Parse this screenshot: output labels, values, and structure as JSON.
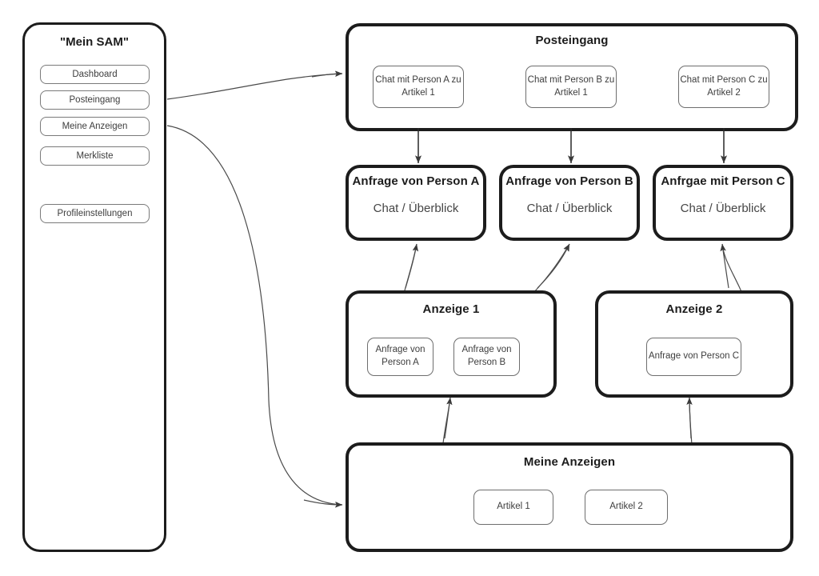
{
  "diagram": {
    "title_text": "\"Mein SAM\"",
    "sidebar": {
      "title": "\"Mein SAM\"",
      "items": [
        {
          "label": "Dashboard"
        },
        {
          "label": "Posteingang"
        },
        {
          "label": "Meine Anzeigen"
        },
        {
          "label": "Merkliste"
        },
        {
          "label": "Profileinstellungen"
        }
      ]
    },
    "inbox": {
      "title": "Posteingang",
      "chats": [
        {
          "label": "Chat mit Person A  zu Artikel 1"
        },
        {
          "label": "Chat mit Person B  zu Artikel 1"
        },
        {
          "label": "Chat mit Person C  zu Artikel 2"
        }
      ]
    },
    "requests": [
      {
        "title": "Anfrage von Person A",
        "subtitle": "Chat / Überblick"
      },
      {
        "title": "Anfrage von Person B",
        "subtitle": "Chat / Überblick"
      },
      {
        "title": "Anfrgae mit Person C",
        "subtitle": "Chat / Überblick"
      }
    ],
    "listings": [
      {
        "title": "Anzeige 1",
        "requests": [
          {
            "label": "Anfrage von Person A"
          },
          {
            "label": "Anfrage von Person B"
          }
        ]
      },
      {
        "title": "Anzeige 2",
        "requests": [
          {
            "label": "Anfrage von Person C"
          }
        ]
      }
    ],
    "my_listings": {
      "title": "Meine Anzeigen",
      "articles": [
        {
          "label": "Artikel 1"
        },
        {
          "label": "Artikel 2"
        }
      ]
    },
    "colors": {
      "outline": "#1c1c1c",
      "thin_outline": "#6e6e6e",
      "connector": "#4a4a4a",
      "text": "#1a1a1a",
      "muted_text": "#454545",
      "background": "#ffffff"
    }
  }
}
